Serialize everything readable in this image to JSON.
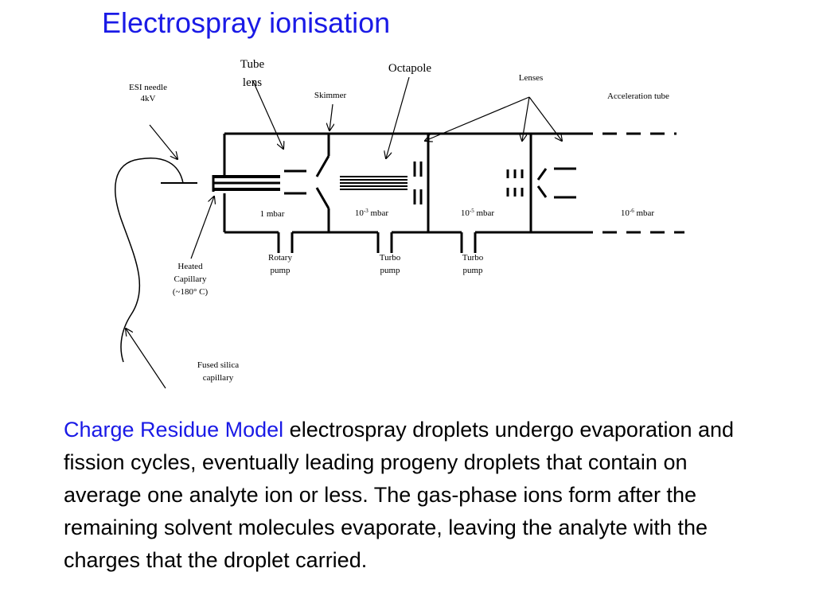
{
  "slide": {
    "title": "Electrospray ionisation"
  },
  "diagram": {
    "labels": {
      "esi_needle_line1": "ESI needle",
      "esi_needle_line2": "4kV",
      "tube_lens_line1": "Tube",
      "tube_lens_line2": "lens",
      "octapole": "Octapole",
      "lenses": "Lenses",
      "skimmer": "Skimmer",
      "acceleration_tube": "Acceleration tube",
      "heated_capillary_line1": "Heated",
      "heated_capillary_line2": "Capillary",
      "heated_capillary_line3": "(~180° C)",
      "fused_silica_line1": "Fused silica",
      "fused_silica_line2": "capillary"
    },
    "pressures": {
      "stage1": "1 mbar",
      "stage2_base": "10",
      "stage2_exp": "-3",
      "stage2_unit": " mbar",
      "stage3_base": "10",
      "stage3_exp": "-5",
      "stage3_unit": " mbar",
      "stage4_base": "10",
      "stage4_exp": "-6",
      "stage4_unit": " mbar"
    },
    "pumps": [
      {
        "line1": "Rotary",
        "line2": "pump"
      },
      {
        "line1": "Turbo",
        "line2": "pump"
      },
      {
        "line1": "Turbo",
        "line2": "pump"
      }
    ]
  },
  "text": {
    "term": "Charge Residue Model",
    "body": " electrospray droplets undergo evaporation and fission cycles, eventually leading progeny droplets that contain on average one analyte ion or less. The gas-phase ions form after the remaining solvent molecules evaporate, leaving the analyte with the charges that the droplet carried."
  },
  "colors": {
    "accent_blue": "#1a1ae6",
    "line": "#000000"
  }
}
